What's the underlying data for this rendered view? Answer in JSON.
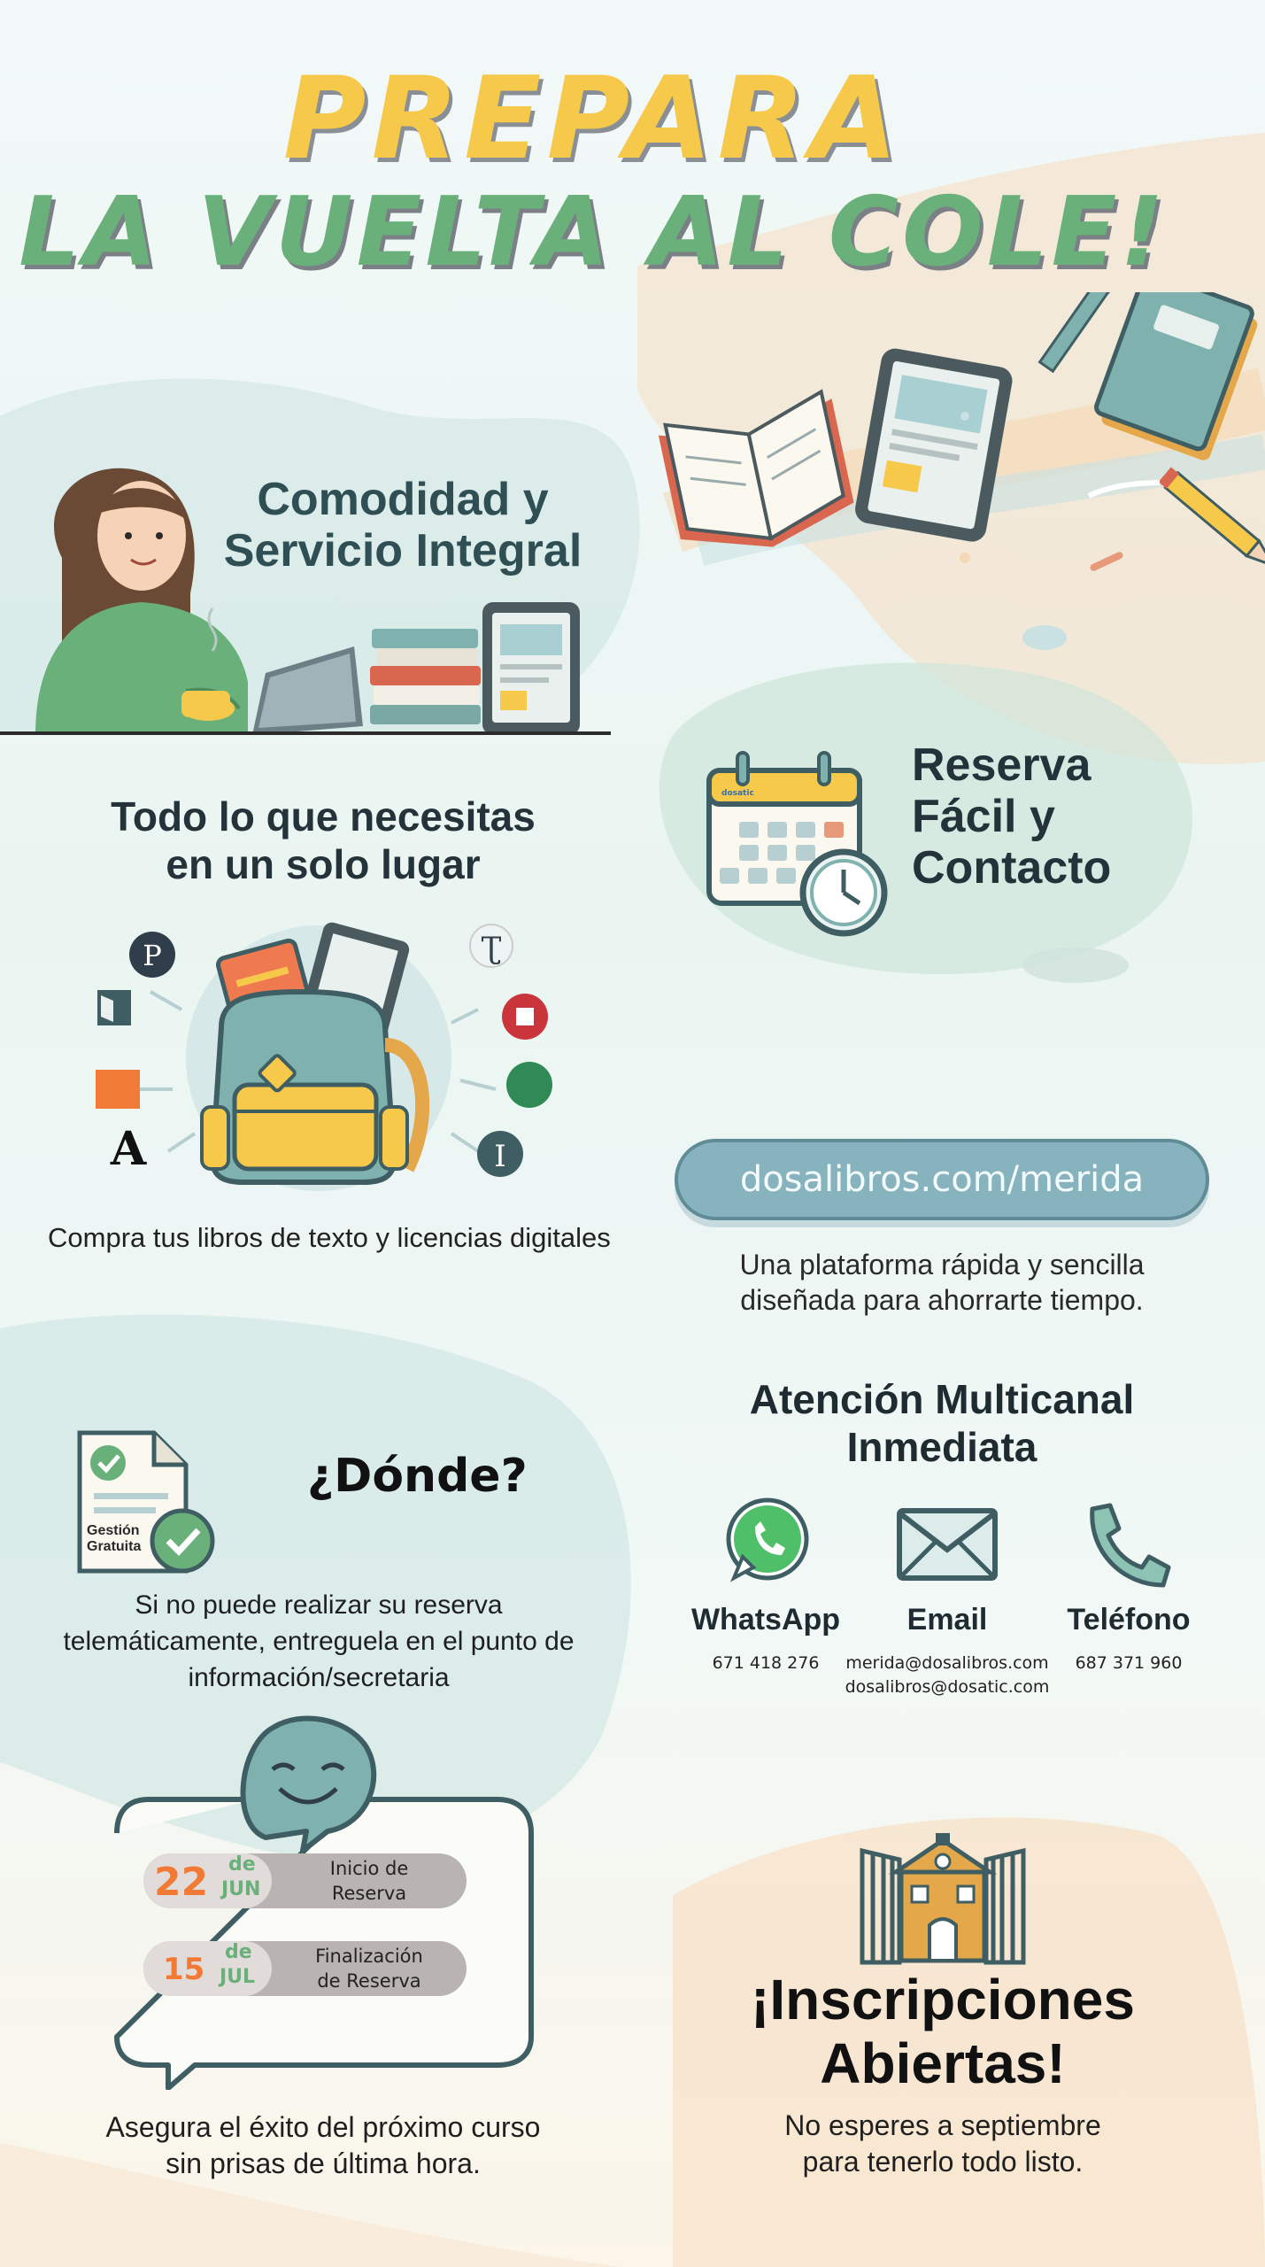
{
  "hero": {
    "line1": "PREPARA",
    "line2": "LA VUELTA AL COLE!"
  },
  "features": {
    "comodidad": {
      "line1": "Comodidad y",
      "line2": "Servicio Integral"
    },
    "reserva": {
      "line1": "Reserva",
      "line2": "Fácil y",
      "line3": "Contacto"
    },
    "todo": {
      "line1": "Todo lo que necesitas",
      "line2": "en un solo lugar",
      "caption": "Compra tus libros de texto y licencias digitales"
    }
  },
  "platform": {
    "url": "dosalibros.com/merida",
    "desc_line1": "Una plataforma rápida y sencilla",
    "desc_line2": "diseñada para ahorrarte tiempo."
  },
  "contact": {
    "title_line1": "Atención Multicanal",
    "title_line2": "Inmediata",
    "channels": [
      {
        "label": "WhatsApp",
        "value": "671 418 276",
        "icon": "whatsapp-icon"
      },
      {
        "label": "Email",
        "value": "merida@dosalibros.com",
        "value2": "dosalibros@dosatic.com",
        "icon": "envelope-icon"
      },
      {
        "label": "Teléfono",
        "value": "687 371 960",
        "icon": "phone-icon"
      }
    ]
  },
  "donde": {
    "title": "¿Dónde?",
    "badge_line1": "Gestión",
    "badge_line2": "Gratuita",
    "text_line1": "Si no puede realizar su reserva",
    "text_line2": "telemáticamente, entreguela en el punto de",
    "text_line3": "información/secretaria"
  },
  "calendar_badge": "dosatic",
  "dates": [
    {
      "day": "22",
      "de": "de",
      "month": "JUN",
      "label_line1": "Inicio de",
      "label_line2": "Reserva"
    },
    {
      "day": "15",
      "de": "de",
      "month": "JUL",
      "label_line1": "Finalización",
      "label_line2": "de Reserva"
    }
  ],
  "closing": {
    "line1": "Asegura el éxito del próximo curso",
    "line2": "sin prisas de última hora."
  },
  "inscripciones": {
    "title_line1": "¡Inscripciones",
    "title_line2": "Abiertas!",
    "sub_line1": "No esperes a septiembre",
    "sub_line2": "para tenerlo todo listo."
  },
  "publishers": [
    "P",
    "A",
    "I",
    "Ʈ"
  ],
  "colors": {
    "yellow": "#f6c94b",
    "green": "#6ab07a",
    "teal": "#86b3bd",
    "orange": "#f07a36",
    "dark": "#24333a"
  }
}
